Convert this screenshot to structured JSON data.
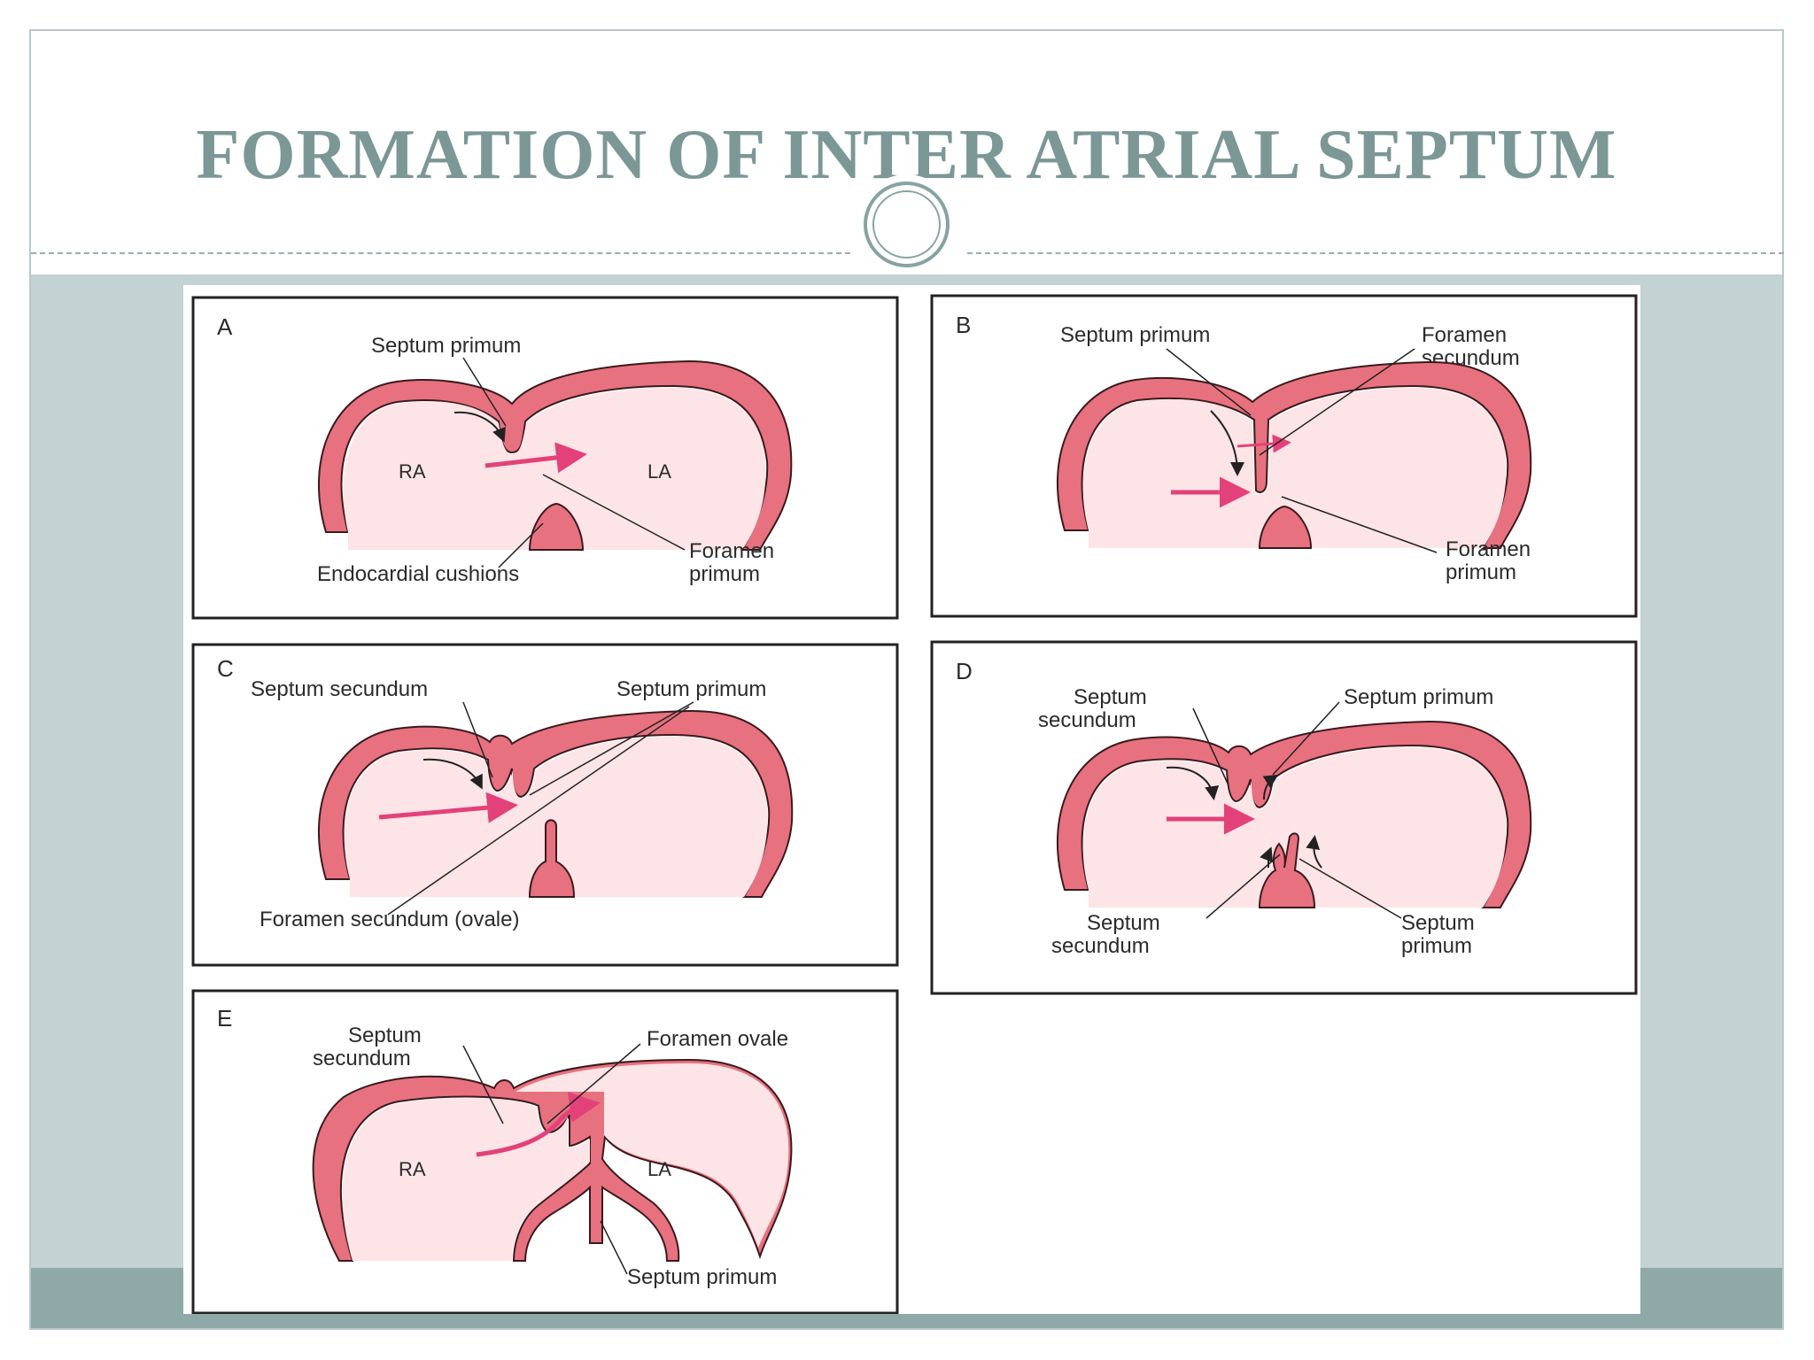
{
  "slide": {
    "title": "FORMATION OF INTER ATRIAL SEPTUM"
  },
  "colors": {
    "title": "#7b9796",
    "band_top": "#c3d2d3",
    "band_bottom": "#8fa9a8",
    "heart_wall": "#e8717f",
    "heart_wall_outline": "#3a1a1e",
    "chamber_fill": "#fde4e6",
    "arrow_pink": "#e3417a"
  },
  "panels": {
    "A": {
      "letter": "A",
      "septum_primum": "Septum primum",
      "ra": "RA",
      "la": "LA",
      "endocardial_cushions": "Endocardial cushions",
      "foramen_primum_1": "Foramen",
      "foramen_primum_2": "primum"
    },
    "B": {
      "letter": "B",
      "septum_primum": "Septum primum",
      "foramen_secundum_1": "Foramen",
      "foramen_secundum_2": "secundum",
      "foramen_primum_1": "Foramen",
      "foramen_primum_2": "primum"
    },
    "C": {
      "letter": "C",
      "septum_secundum": "Septum secundum",
      "septum_primum": "Septum primum",
      "foramen_secundum_ovale": "Foramen secundum (ovale)"
    },
    "D": {
      "letter": "D",
      "septum_secundum_top_1": "Septum",
      "septum_secundum_top_2": "secundum",
      "septum_primum_top": "Septum primum",
      "septum_secundum_bottom_1": "Septum",
      "septum_secundum_bottom_2": "secundum",
      "septum_primum_bottom_1": "Septum",
      "septum_primum_bottom_2": "primum"
    },
    "E": {
      "letter": "E",
      "septum_secundum_1": "Septum",
      "septum_secundum_2": "secundum",
      "foramen_ovale": "Foramen ovale",
      "ra": "RA",
      "la": "LA",
      "septum_primum": "Septum primum"
    }
  }
}
